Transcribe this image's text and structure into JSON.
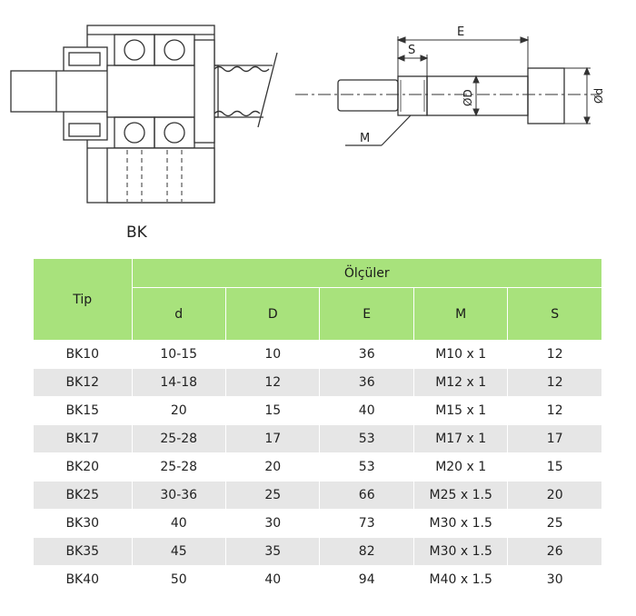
{
  "drawing": {
    "bk_label": "BK",
    "dim_E": "E",
    "dim_S": "S",
    "dim_D": "ØD",
    "dim_d": "Ød",
    "dim_M": "M"
  },
  "table": {
    "tip_header": "Tip",
    "group_header": "Ölçüler",
    "columns": [
      "d",
      "D",
      "E",
      "M",
      "S"
    ],
    "rows": [
      {
        "tip": "BK10",
        "d": "10-15",
        "D": "10",
        "E": "36",
        "M": "M10 x 1",
        "S": "12"
      },
      {
        "tip": "BK12",
        "d": "14-18",
        "D": "12",
        "E": "36",
        "M": "M12 x 1",
        "S": "12"
      },
      {
        "tip": "BK15",
        "d": "20",
        "D": "15",
        "E": "40",
        "M": "M15 x 1",
        "S": "12"
      },
      {
        "tip": "BK17",
        "d": "25-28",
        "D": "17",
        "E": "53",
        "M": "M17 x 1",
        "S": "17"
      },
      {
        "tip": "BK20",
        "d": "25-28",
        "D": "20",
        "E": "53",
        "M": "M20 x 1",
        "S": "15"
      },
      {
        "tip": "BK25",
        "d": "30-36",
        "D": "25",
        "E": "66",
        "M": "M25 x 1.5",
        "S": "20"
      },
      {
        "tip": "BK30",
        "d": "40",
        "D": "30",
        "E": "73",
        "M": "M30 x 1.5",
        "S": "25"
      },
      {
        "tip": "BK35",
        "d": "45",
        "D": "35",
        "E": "82",
        "M": "M30 x 1.5",
        "S": "26"
      },
      {
        "tip": "BK40",
        "d": "50",
        "D": "40",
        "E": "94",
        "M": "M40 x 1.5",
        "S": "30"
      }
    ]
  },
  "colors": {
    "header_green": "#a8e27c",
    "row_gray": "#e6e6e6",
    "line": "#333333"
  }
}
